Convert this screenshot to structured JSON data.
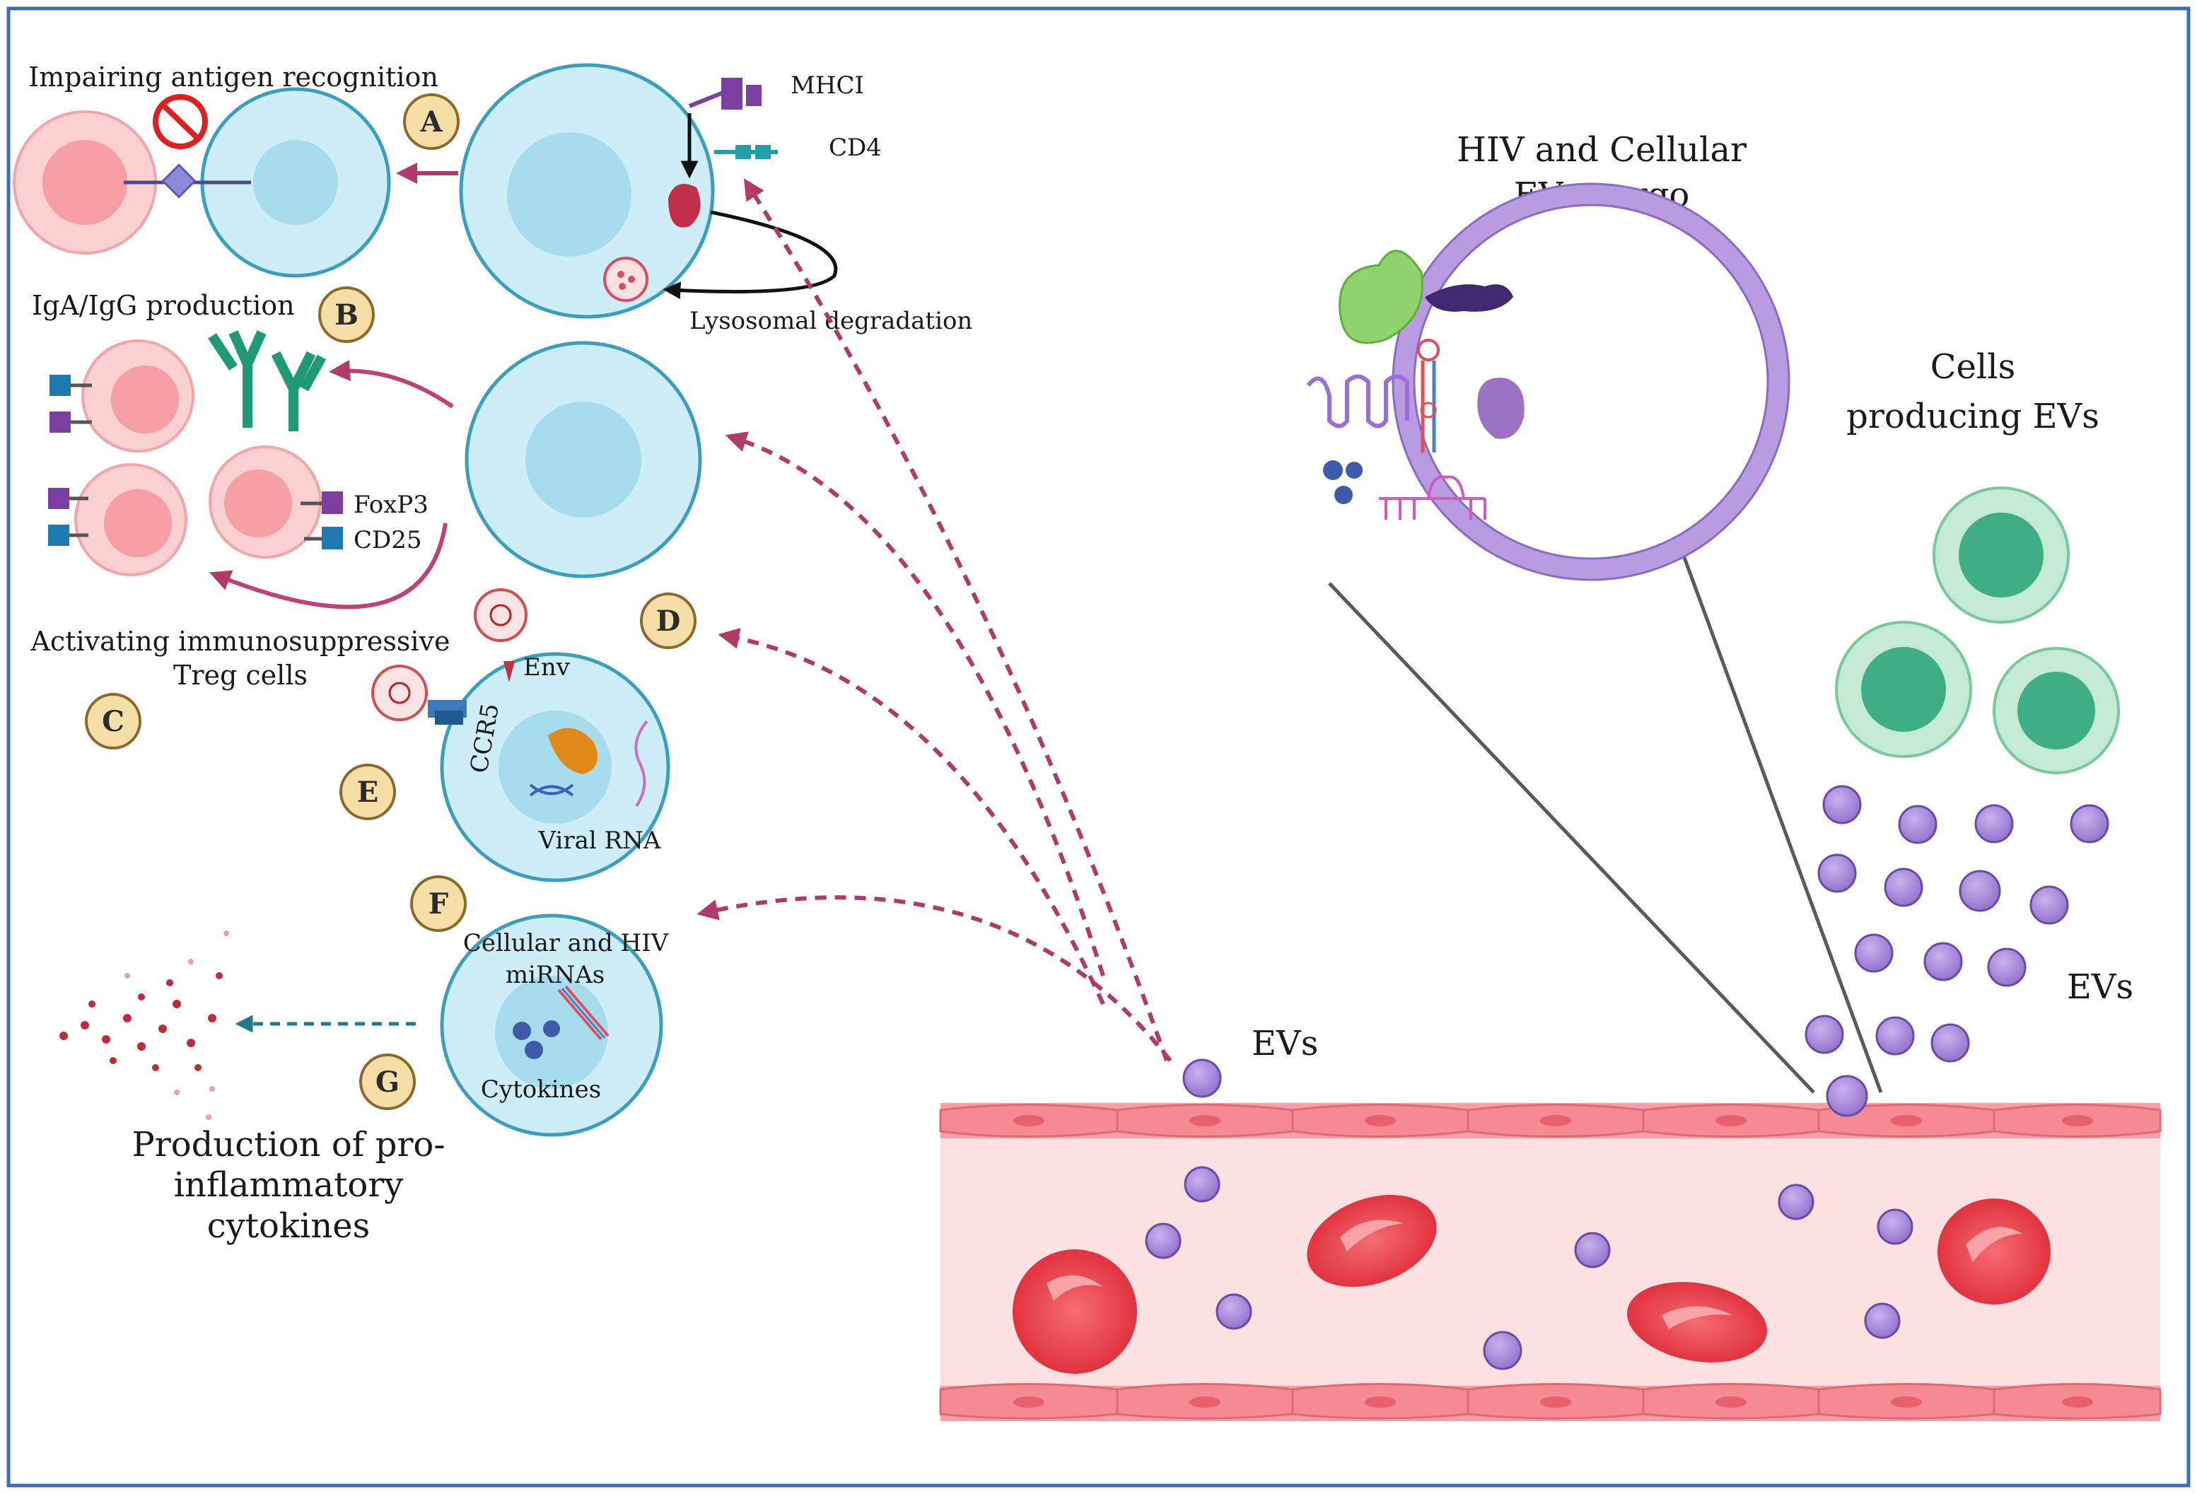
{
  "labels": {
    "impairing": "Impairing antigen recognition",
    "mhci": "MHCI",
    "cd4": "CD4",
    "lysosomal": "Lysosomal degradation",
    "iga": "IgA/IgG production",
    "foxp3": "FoxP3",
    "cd25": "CD25",
    "activating_1": "Activating immunosuppressive",
    "activating_2": "Treg cells",
    "env": "Env",
    "ccr5": "CCR5",
    "viral_rna": "Viral RNA",
    "mirna_1": "Cellular and HIV",
    "mirna_2": "miRNAs",
    "cytokines": "Cytokines",
    "production_1": "Production of pro-",
    "production_2": "inflammatory",
    "production_3": "cytokines",
    "cargo_1": "HIV and Cellular",
    "cargo_2": "EVs-cargo",
    "producing_1": "Cells",
    "producing_2": "producing EVs",
    "evs_vessel": "EVs",
    "evs_right": "EVs"
  },
  "badges": [
    "A",
    "B",
    "C",
    "D",
    "E",
    "F",
    "G"
  ],
  "colors": {
    "frame": "#3a6fb5",
    "cell_fill": "#cdeef7",
    "cell_stroke": "#3a9fbf",
    "nucleus": "#a6dcec",
    "b_cell": "#f7b7b7",
    "b_nucleus": "#f08f93",
    "badge": "#f6dfa6",
    "badge_stroke": "#8a6a2a",
    "ev": "#a98ad8",
    "ev_stroke": "#6a4aa6",
    "vessel": "#fde0e0",
    "vessel_wall": "#f3828a",
    "rbc": "#e83b45",
    "arrow_dashed": "#b23a6a",
    "producer": "#9bd8b8",
    "producer_nucleus": "#3fae83",
    "antibody": "#1f9a74"
  }
}
